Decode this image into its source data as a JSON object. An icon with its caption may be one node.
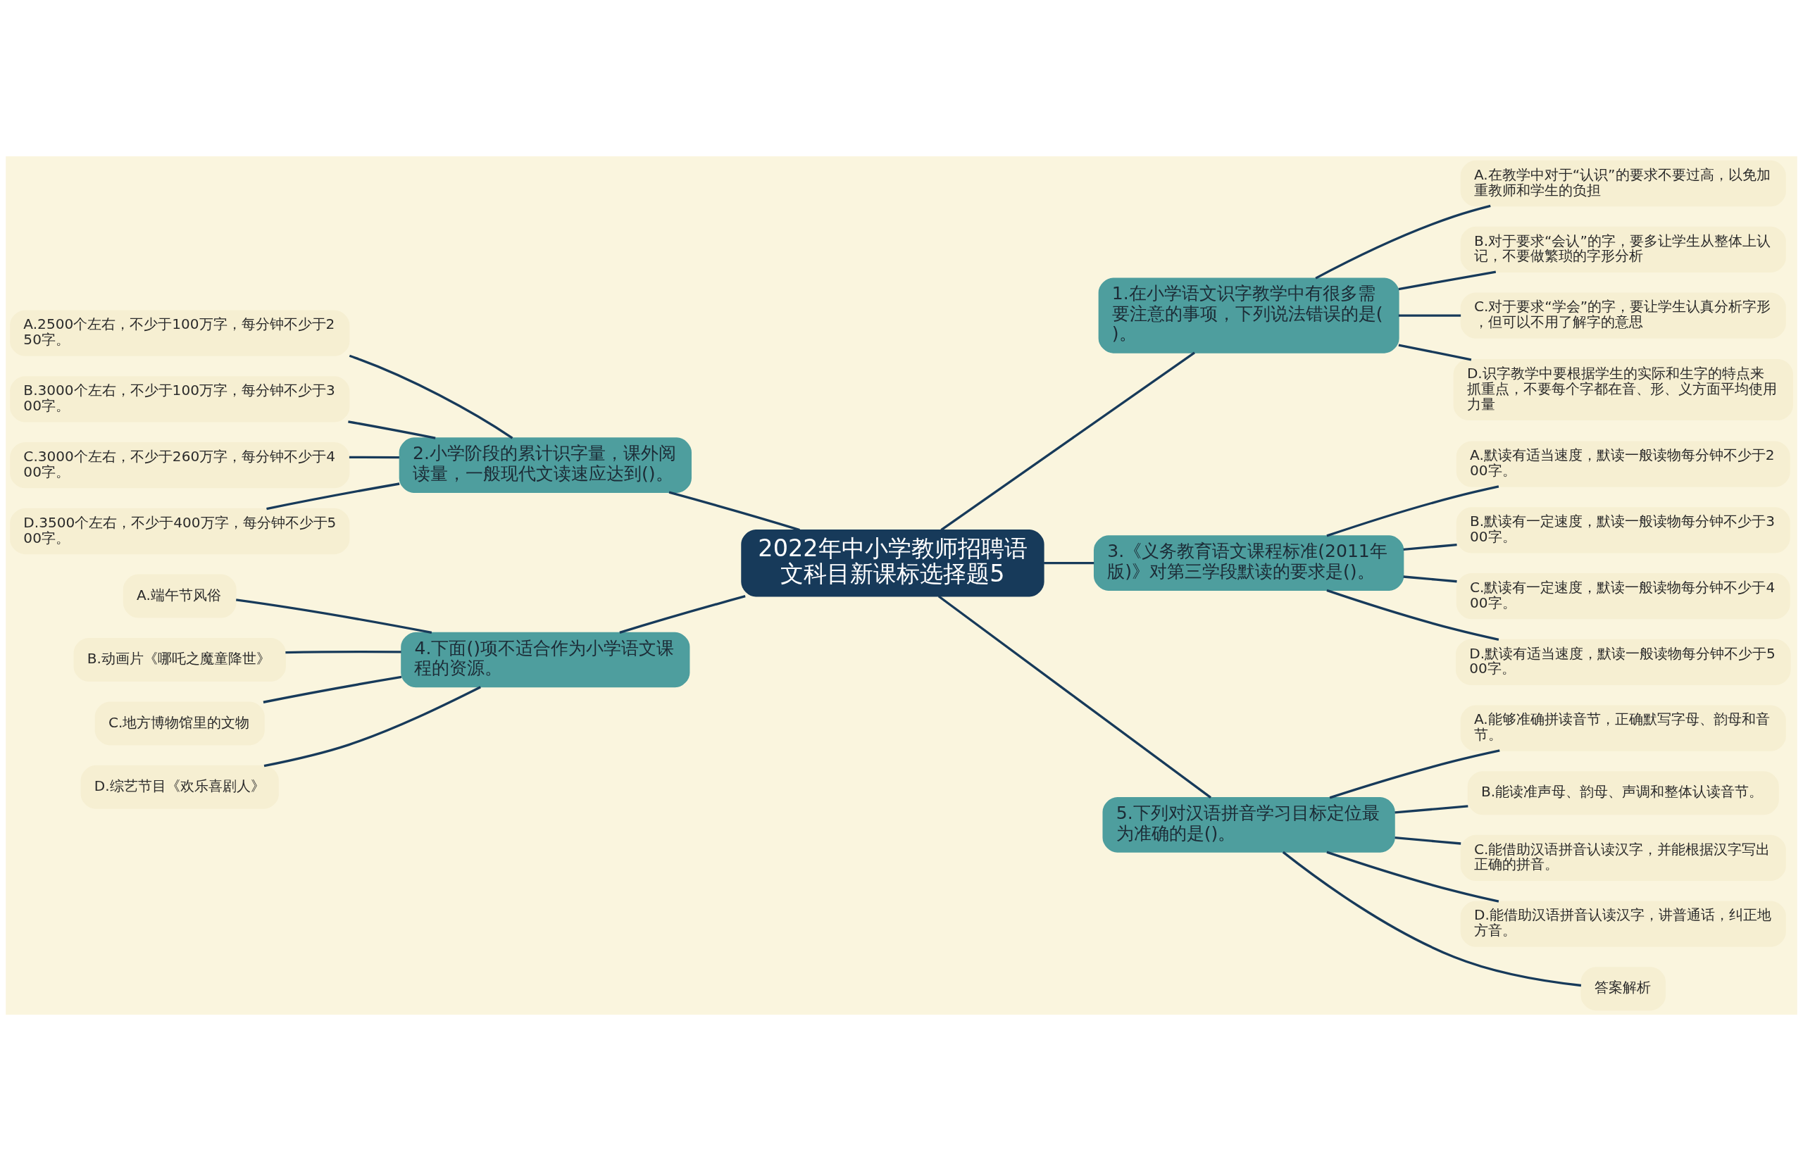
{
  "diagram": {
    "nodes": [
      {
        "text": [
          "2022年中小学教师招聘语文科目新课标选择题5"
        ]
      },
      {
        "text": [
          "1.在小学语文识字教学中有很多需要注意的事项，下列说法错误的是( )。"
        ]
      },
      {
        "text": [
          "A.在教学中对于“认识”的要求不要过高，以免加重教师和学生的负担"
        ]
      },
      {
        "text": [
          "B.对于要求“会认”的字，要多让学生从整体上认记，不要做繁琐的字形分析"
        ]
      },
      {
        "text": [
          "C.对于要求“学会”的字，要让学生认真分析字形，但可以不用了解字的意思"
        ]
      },
      {
        "text": [
          "D.识字教学中要根据学生的实际和生字的特点来抓重点，不要每个字都在音、形、义方面平均使用力量"
        ]
      },
      {
        "text": [
          "2.小学阶段的累计识字量，课外阅读量，一般现代文读速应达到()。"
        ]
      },
      {
        "text": [
          "A.2500个左右，不少于100万字，每分钟不少于250字。"
        ]
      },
      {
        "text": [
          "B.3000个左右，不少于100万字，每分钟不少于300字。"
        ]
      },
      {
        "text": [
          "C.3000个左右，不少于260万字，每分钟不少于400字。"
        ]
      },
      {
        "text": [
          "D.3500个左右，不少于400万字，每分钟不少于500字。"
        ]
      },
      {
        "text": [
          "3.《义务教育语文课程标准(2011年版)》对第三学段默读的要求是()。"
        ]
      },
      {
        "text": [
          "A.默读有适当速度，默读一般读物每分钟不少于200字。"
        ]
      },
      {
        "text": [
          "B.默读有一定速度，默读一般读物每分钟不少于300字。"
        ]
      },
      {
        "text": [
          "C.默读有一定速度，默读一般读物每分钟不少于400字。"
        ]
      },
      {
        "text": [
          "D.默读有适当速度，默读一般读物每分钟不少于500字。"
        ]
      },
      {
        "text": [
          "4.下面()项不适合作为小学语文课程的资源。"
        ]
      },
      {
        "text": [
          "A.端午节风俗"
        ]
      },
      {
        "text": [
          "B.动画片《哪吒之魔童降世》"
        ]
      },
      {
        "text": [
          "C.地方博物馆里的文物"
        ]
      },
      {
        "text": [
          "D.综艺节目《欢乐喜剧人》"
        ]
      },
      {
        "text": [
          "5.下列对汉语拼音学习目标定位最为准确的是()。"
        ]
      },
      {
        "text": [
          "A.能够准确拼读音节，正确默写字母、韵母和音节。"
        ]
      },
      {
        "text": [
          "B.能读准声母、韵母、声调和整体认读音节。"
        ]
      },
      {
        "text": [
          "C.能借助汉语拼音认读汉字，并能根据汉字写出正确的拼音。"
        ]
      },
      {
        "text": [
          "D.能借助汉语拼音认读汉字，讲普通话，纠正地方音。"
        ]
      },
      {
        "text": [
          "答案解析"
        ]
      }
    ],
    "edges": [
      {
        "from": 0,
        "to": 1,
        "arrow": "none"
      },
      {
        "from": 1,
        "to": 2,
        "arrow": "none"
      },
      {
        "from": 1,
        "to": 3,
        "arrow": "none"
      },
      {
        "from": 1,
        "to": 4,
        "arrow": "none"
      },
      {
        "from": 1,
        "to": 5,
        "arrow": "none"
      },
      {
        "from": 0,
        "to": 6,
        "arrow": "none"
      },
      {
        "from": 6,
        "to": 7,
        "arrow": "none"
      },
      {
        "from": 6,
        "to": 8,
        "arrow": "none"
      },
      {
        "from": 6,
        "to": 9,
        "arrow": "none"
      },
      {
        "from": 6,
        "to": 10,
        "arrow": "none"
      },
      {
        "from": 0,
        "to": 11,
        "arrow": "none"
      },
      {
        "from": 11,
        "to": 12,
        "arrow": "none"
      },
      {
        "from": 11,
        "to": 13,
        "arrow": "none"
      },
      {
        "from": 11,
        "to": 14,
        "arrow": "none"
      },
      {
        "from": 11,
        "to": 15,
        "arrow": "none"
      },
      {
        "from": 0,
        "to": 16,
        "arrow": "none"
      },
      {
        "from": 16,
        "to": 17,
        "arrow": "none"
      },
      {
        "from": 16,
        "to": 18,
        "arrow": "none"
      },
      {
        "from": 16,
        "to": 19,
        "arrow": "none"
      },
      {
        "from": 16,
        "to": 20,
        "arrow": "none"
      },
      {
        "from": 0,
        "to": 21,
        "arrow": "none"
      },
      {
        "from": 21,
        "to": 22,
        "arrow": "none"
      },
      {
        "from": 21,
        "to": 23,
        "arrow": "none"
      },
      {
        "from": 21,
        "to": 24,
        "arrow": "none"
      },
      {
        "from": 21,
        "to": 25,
        "arrow": "none"
      },
      {
        "from": 21,
        "to": 26,
        "arrow": "none"
      }
    ]
  }
}
